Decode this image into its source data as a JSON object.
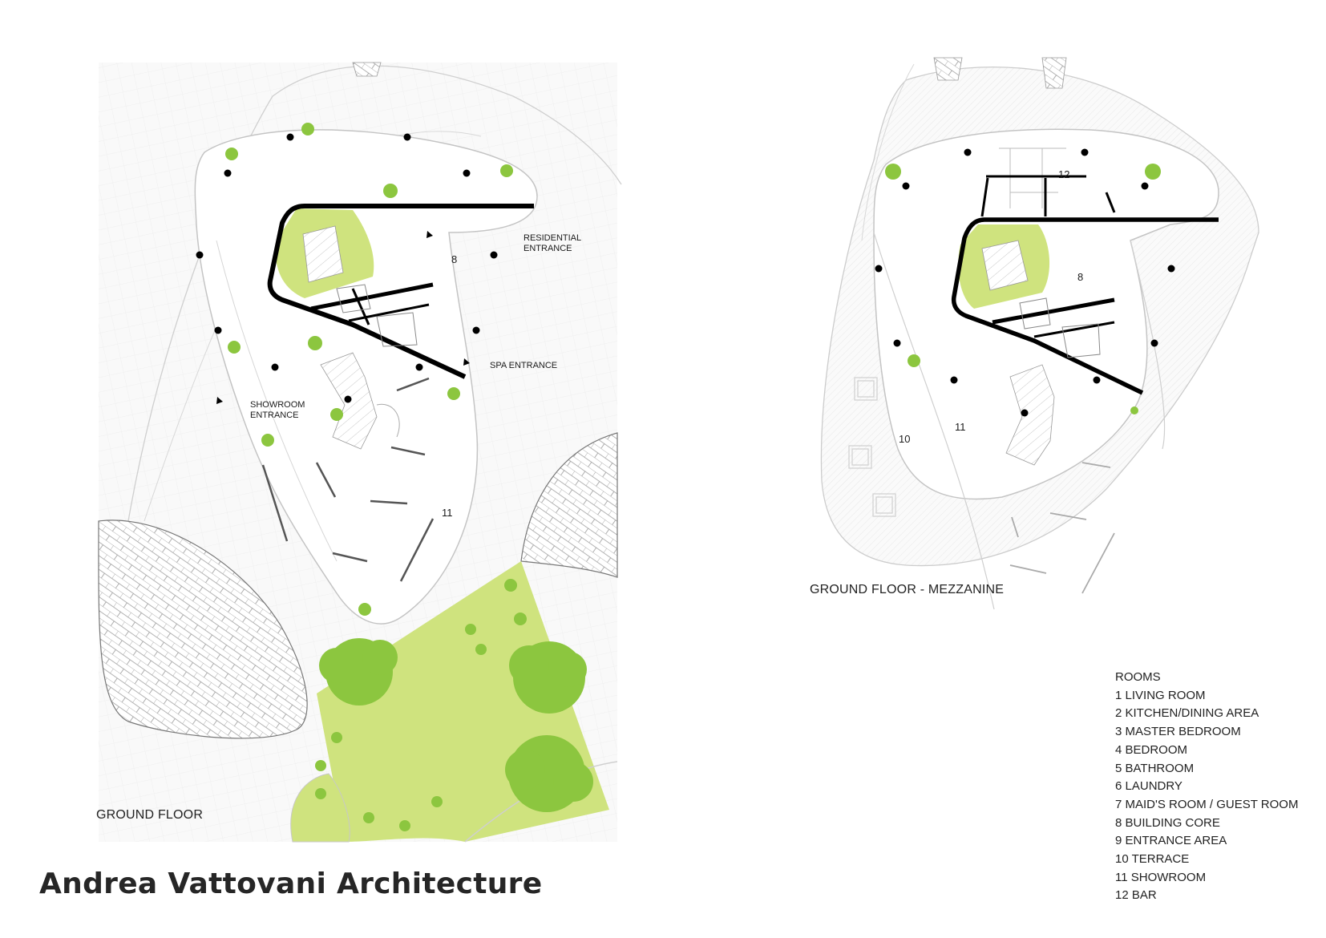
{
  "plans": {
    "ground_floor": {
      "title": "GROUND FLOOR",
      "entrances": {
        "residential": "RESIDENTIAL\nENTRANCE",
        "spa": "SPA ENTRANCE",
        "showroom": "SHOWROOM\nENTRANCE"
      },
      "room_numbers": [
        "8",
        "11"
      ]
    },
    "mezzanine": {
      "title": "GROUND FLOOR - MEZZANINE",
      "room_numbers": [
        "12",
        "8",
        "10",
        "11"
      ]
    }
  },
  "legend": {
    "heading": "ROOMS",
    "items": [
      "1 LIVING ROOM",
      "2 KITCHEN/DINING AREA",
      "3 MASTER BEDROOM",
      "4 BEDROOM",
      "5 BATHROOM",
      "6 LAUNDRY",
      "7 MAID'S ROOM / GUEST ROOM",
      "8 BUILDING CORE",
      "9 ENTRANCE AREA",
      "10 TERRACE",
      "11 SHOWROOM",
      "12 BAR"
    ]
  },
  "studio": {
    "name": "Andrea Vattovani Architecture"
  },
  "colors": {
    "vegetation": "#8cc63f",
    "vegetation_light": "#c9e27c",
    "walls": "#000000",
    "outline": "#bdbdbd",
    "paving": "#e6e6e6"
  }
}
